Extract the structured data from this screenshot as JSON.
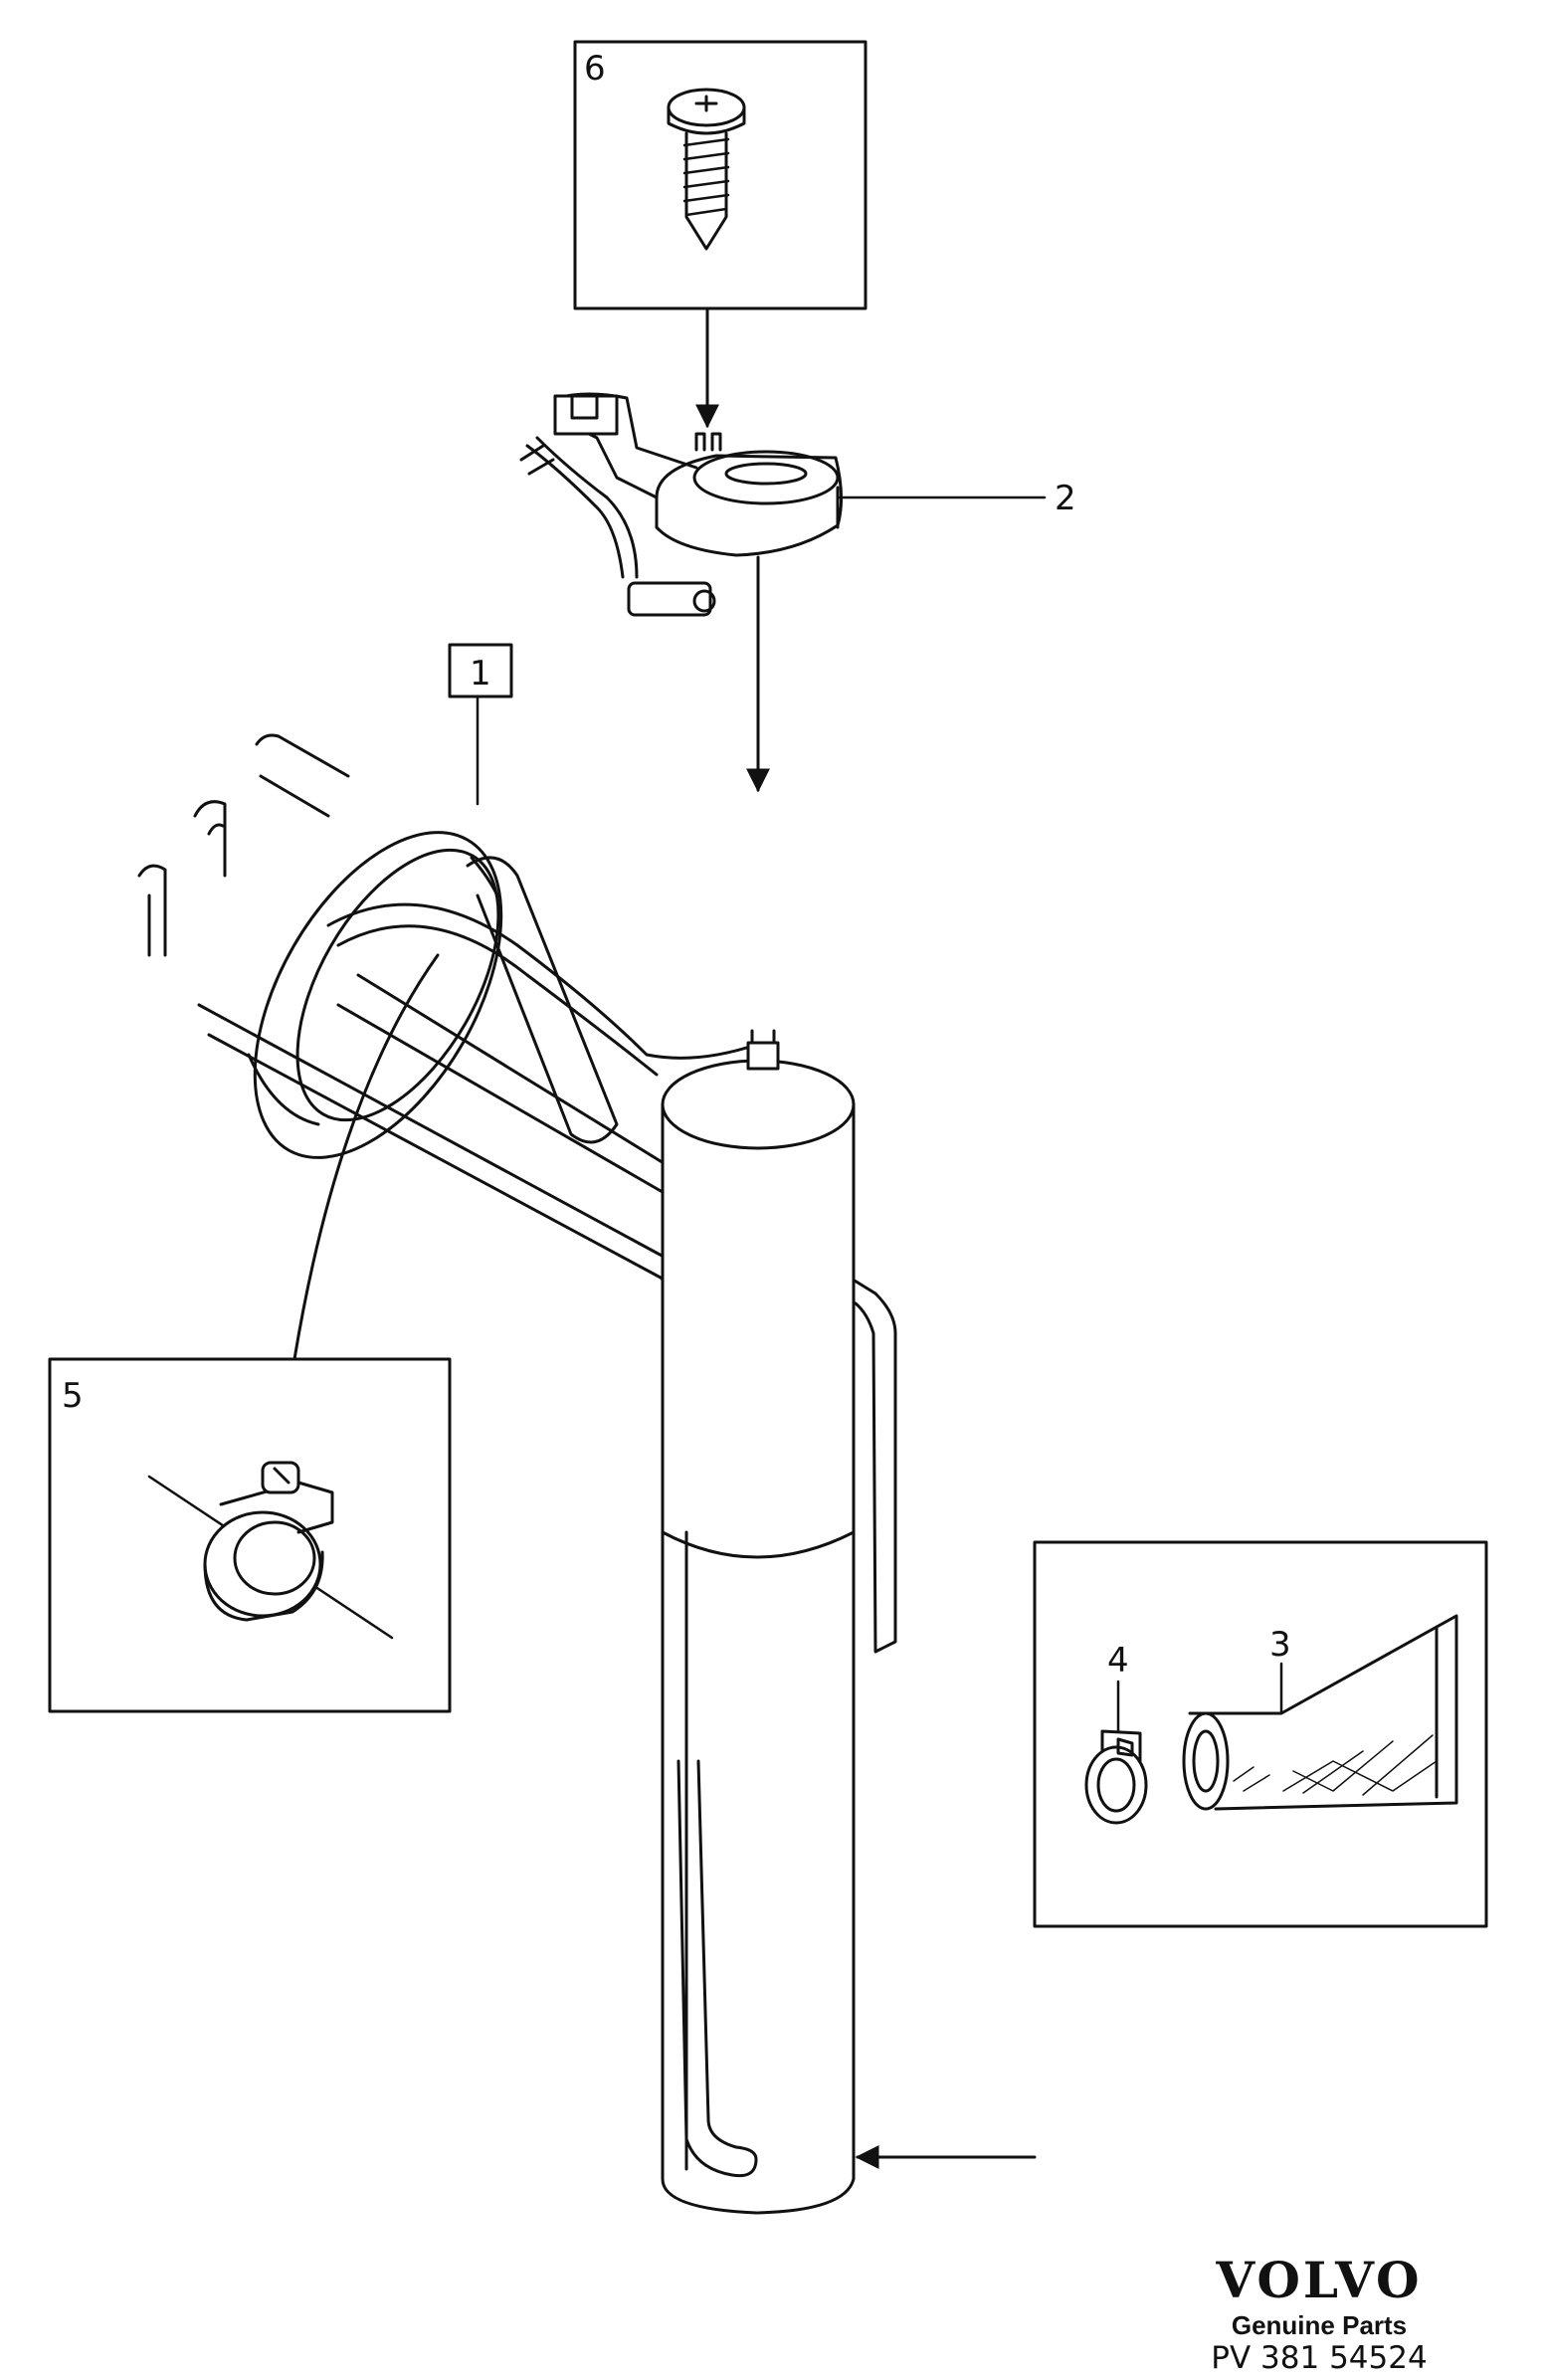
{
  "callouts": {
    "item1": "1",
    "item2": "2",
    "item3": "3",
    "item4": "4",
    "item5": "5",
    "item6": "6"
  },
  "brand": {
    "logo": "VOLVO",
    "subtitle": "Genuine Parts",
    "code": "PV 381 54524"
  }
}
